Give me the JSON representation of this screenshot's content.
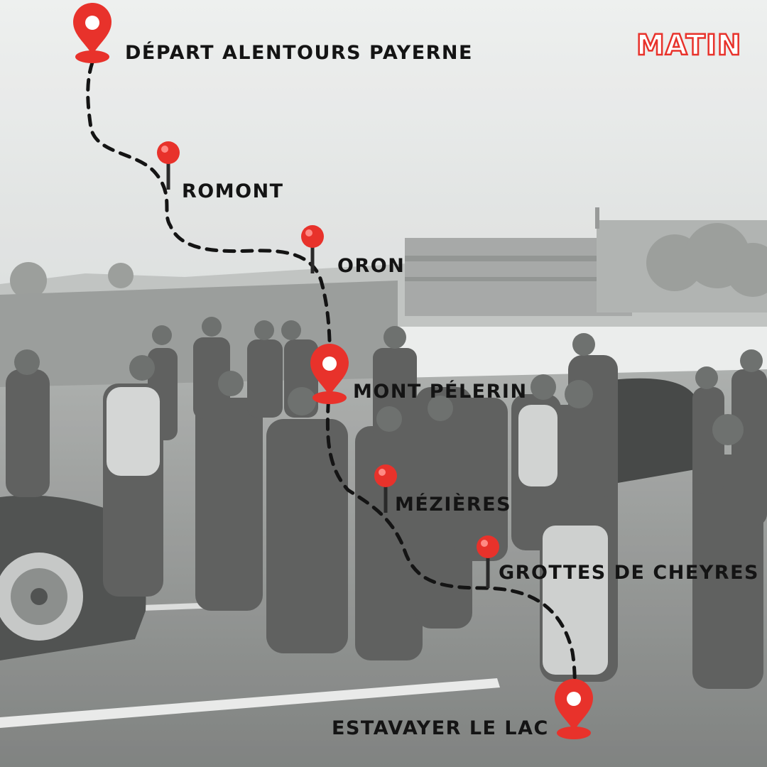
{
  "poster": {
    "title": "MATIN",
    "accent_color": "#e8322b",
    "text_color": "#141414"
  },
  "stops": [
    {
      "label": "DÉPART ALENTOURS PAYERNE",
      "marker": "map-pin-large-icon"
    },
    {
      "label": "ROMONT",
      "marker": "push-pin-icon"
    },
    {
      "label": "ORON",
      "marker": "push-pin-icon"
    },
    {
      "label": "MONT PÉLERIN",
      "marker": "map-pin-large-icon"
    },
    {
      "label": "MÉZIÈRES",
      "marker": "push-pin-icon"
    },
    {
      "label": "GROTTES DE CHEYRES",
      "marker": "push-pin-icon"
    },
    {
      "label": "ESTAVAYER LE LAC",
      "marker": "map-pin-large-icon"
    }
  ],
  "background": {
    "icon": "group-photo-cars-meetup"
  }
}
